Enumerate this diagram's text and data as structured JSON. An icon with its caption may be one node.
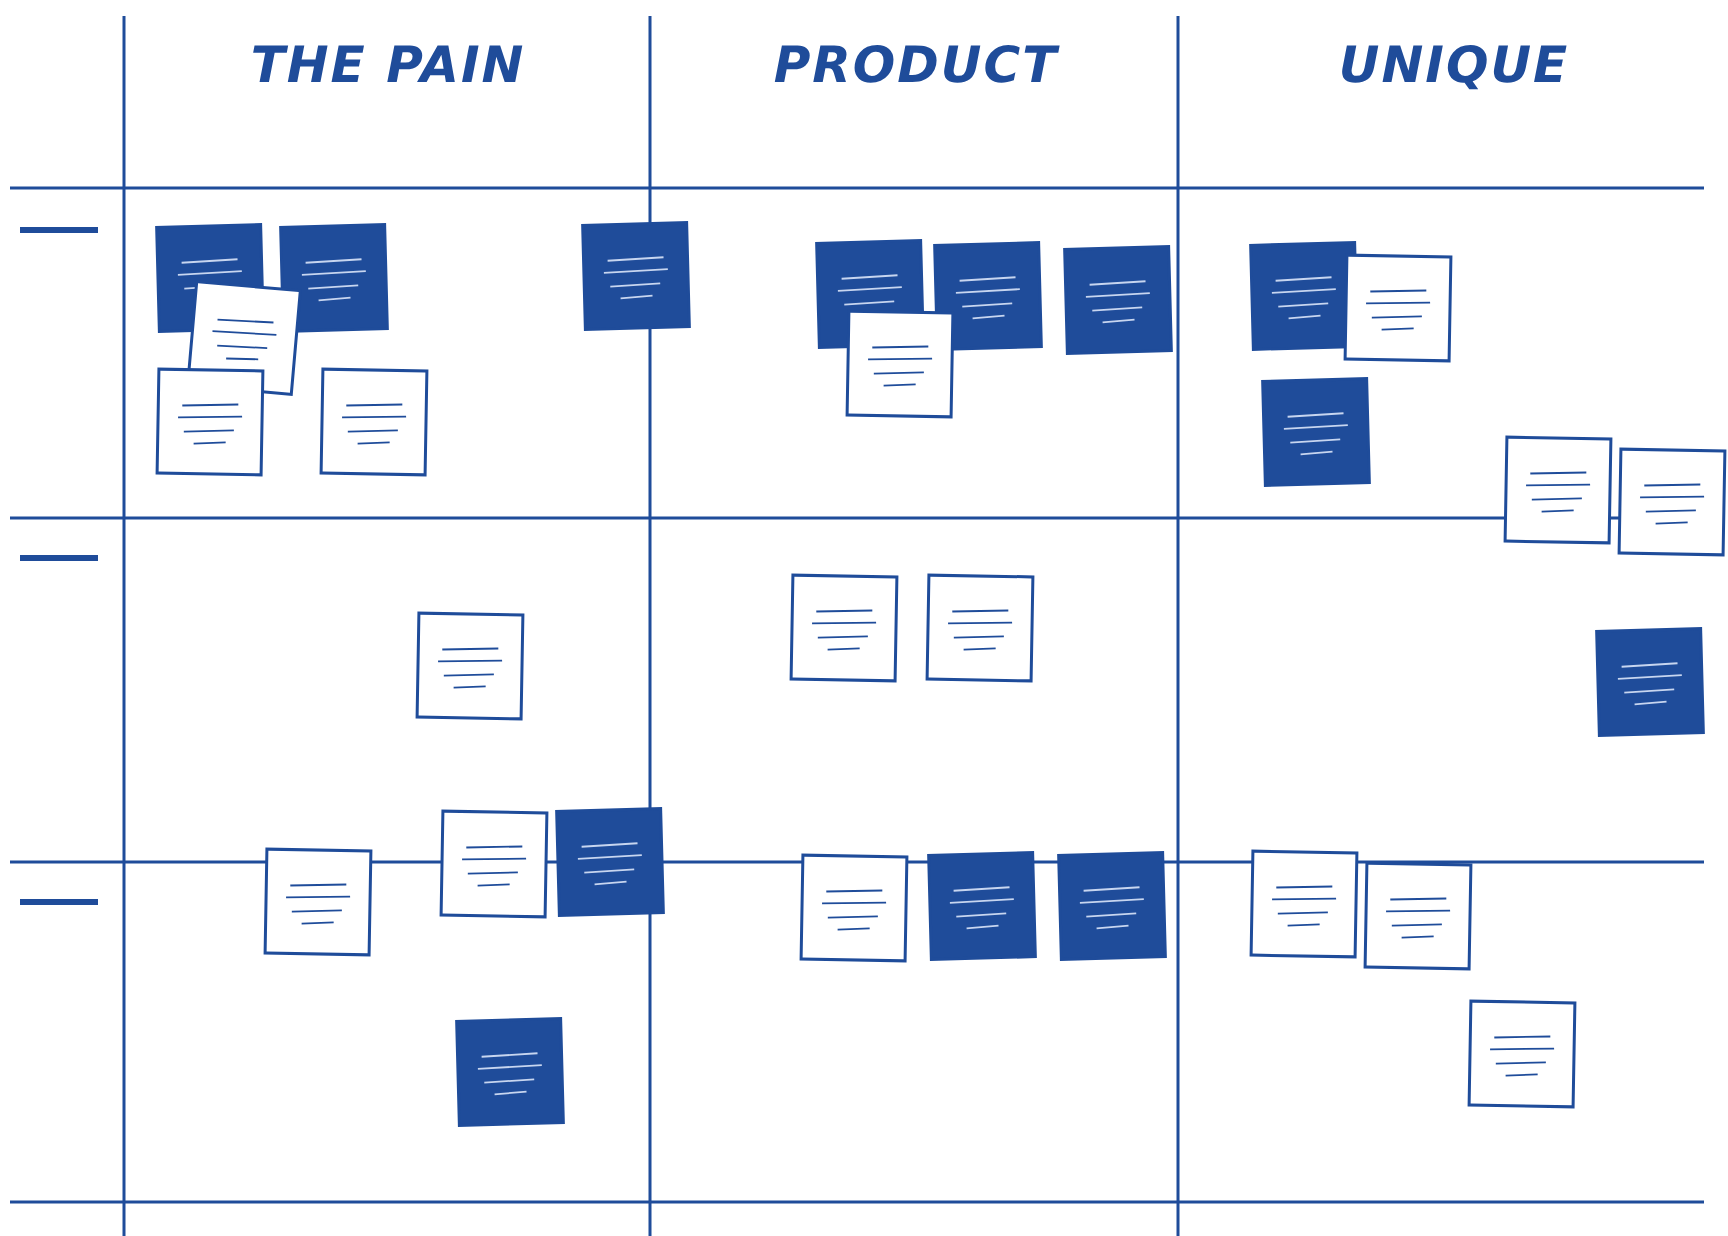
{
  "diagram": {
    "labels": [
      "THE PAIN",
      "PRODUCT",
      "UNIQUE"
    ]
  }
}
